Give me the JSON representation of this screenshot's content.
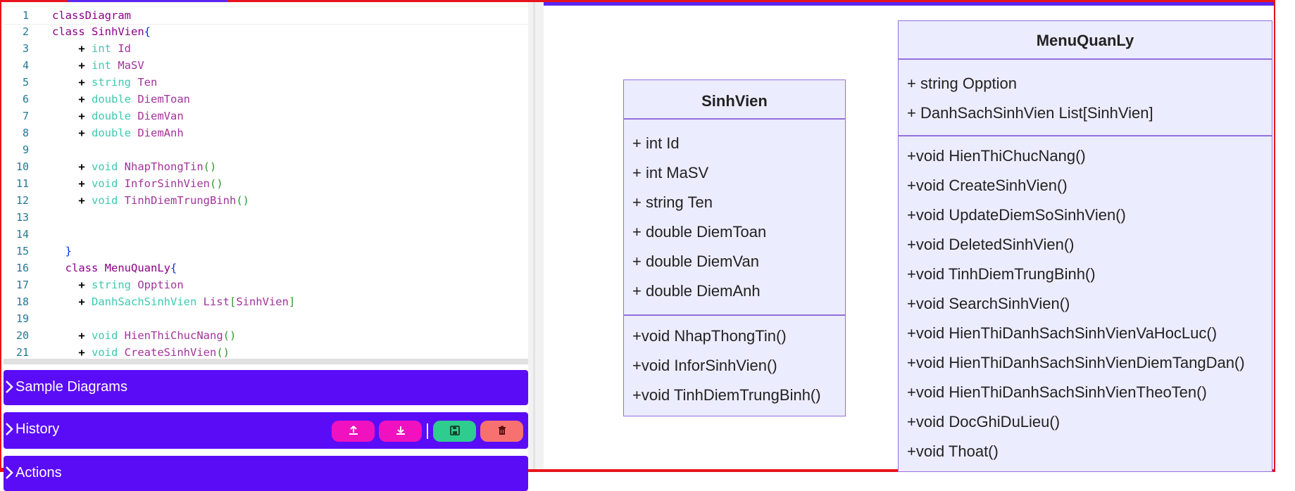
{
  "editor": {
    "lines": [
      {
        "n": "1",
        "segs": [
          {
            "t": "classDiagram",
            "c": "kw"
          }
        ]
      },
      {
        "n": "2",
        "segs": [
          {
            "t": "class ",
            "c": "kw"
          },
          {
            "t": "SinhVien",
            "c": "cls"
          },
          {
            "t": "{",
            "c": "brace"
          }
        ]
      },
      {
        "n": "3",
        "segs": [
          {
            "t": "    ",
            "c": ""
          },
          {
            "t": "+ ",
            "c": "plus"
          },
          {
            "t": "int ",
            "c": "typ"
          },
          {
            "t": "Id",
            "c": "ident"
          }
        ]
      },
      {
        "n": "4",
        "segs": [
          {
            "t": "    ",
            "c": ""
          },
          {
            "t": "+ ",
            "c": "plus"
          },
          {
            "t": "int ",
            "c": "typ"
          },
          {
            "t": "MaSV",
            "c": "ident"
          }
        ]
      },
      {
        "n": "5",
        "segs": [
          {
            "t": "    ",
            "c": ""
          },
          {
            "t": "+ ",
            "c": "plus"
          },
          {
            "t": "string ",
            "c": "typ"
          },
          {
            "t": "Ten",
            "c": "ident"
          }
        ]
      },
      {
        "n": "6",
        "segs": [
          {
            "t": "    ",
            "c": ""
          },
          {
            "t": "+ ",
            "c": "plus"
          },
          {
            "t": "double ",
            "c": "typ"
          },
          {
            "t": "DiemToan",
            "c": "ident"
          }
        ]
      },
      {
        "n": "7",
        "segs": [
          {
            "t": "    ",
            "c": ""
          },
          {
            "t": "+ ",
            "c": "plus"
          },
          {
            "t": "double ",
            "c": "typ"
          },
          {
            "t": "DiemVan",
            "c": "ident"
          }
        ]
      },
      {
        "n": "8",
        "segs": [
          {
            "t": "    ",
            "c": ""
          },
          {
            "t": "+ ",
            "c": "plus"
          },
          {
            "t": "double ",
            "c": "typ"
          },
          {
            "t": "DiemAnh",
            "c": "ident"
          }
        ]
      },
      {
        "n": "9",
        "segs": []
      },
      {
        "n": "10",
        "segs": [
          {
            "t": "    ",
            "c": ""
          },
          {
            "t": "+ ",
            "c": "plus"
          },
          {
            "t": "void ",
            "c": "typ"
          },
          {
            "t": "NhapThongTin",
            "c": "ident"
          },
          {
            "t": "()",
            "c": "paren"
          }
        ]
      },
      {
        "n": "11",
        "segs": [
          {
            "t": "    ",
            "c": ""
          },
          {
            "t": "+ ",
            "c": "plus"
          },
          {
            "t": "void ",
            "c": "typ"
          },
          {
            "t": "InforSinhVien",
            "c": "ident"
          },
          {
            "t": "()",
            "c": "paren"
          }
        ]
      },
      {
        "n": "12",
        "segs": [
          {
            "t": "    ",
            "c": ""
          },
          {
            "t": "+ ",
            "c": "plus"
          },
          {
            "t": "void ",
            "c": "typ"
          },
          {
            "t": "TinhDiemTrungBinh",
            "c": "ident"
          },
          {
            "t": "()",
            "c": "paren"
          }
        ]
      },
      {
        "n": "13",
        "segs": []
      },
      {
        "n": "14",
        "segs": []
      },
      {
        "n": "15",
        "segs": [
          {
            "t": "  ",
            "c": ""
          },
          {
            "t": "}",
            "c": "brace"
          }
        ]
      },
      {
        "n": "16",
        "segs": [
          {
            "t": "  ",
            "c": ""
          },
          {
            "t": "class ",
            "c": "kw"
          },
          {
            "t": "MenuQuanLy",
            "c": "cls"
          },
          {
            "t": "{",
            "c": "brace"
          }
        ]
      },
      {
        "n": "17",
        "segs": [
          {
            "t": "    ",
            "c": ""
          },
          {
            "t": "+ ",
            "c": "plus"
          },
          {
            "t": "string ",
            "c": "typ"
          },
          {
            "t": "Opption",
            "c": "ident"
          }
        ]
      },
      {
        "n": "18",
        "segs": [
          {
            "t": "    ",
            "c": ""
          },
          {
            "t": "+ ",
            "c": "plus"
          },
          {
            "t": "DanhSachSinhVien ",
            "c": "typ"
          },
          {
            "t": "List",
            "c": "ident"
          },
          {
            "t": "[",
            "c": "sq"
          },
          {
            "t": "SinhVien",
            "c": "ident"
          },
          {
            "t": "]",
            "c": "sq"
          }
        ]
      },
      {
        "n": "19",
        "segs": []
      },
      {
        "n": "20",
        "segs": [
          {
            "t": "    ",
            "c": ""
          },
          {
            "t": "+ ",
            "c": "plus"
          },
          {
            "t": "void ",
            "c": "typ"
          },
          {
            "t": "HienThiChucNang",
            "c": "ident"
          },
          {
            "t": "()",
            "c": "paren"
          }
        ]
      },
      {
        "n": "21",
        "segs": [
          {
            "t": "    ",
            "c": ""
          },
          {
            "t": "+ ",
            "c": "plus"
          },
          {
            "t": "void ",
            "c": "typ"
          },
          {
            "t": "CreateSinhVien",
            "c": "ident"
          },
          {
            "t": "()",
            "c": "paren"
          }
        ]
      }
    ]
  },
  "panels": {
    "sample_diagrams": "Sample Diagrams",
    "history": "History",
    "actions": "Actions"
  },
  "history_buttons": [
    {
      "name": "upload",
      "icon": "upload-icon",
      "color": "#f012be"
    },
    {
      "name": "download",
      "icon": "download-icon",
      "color": "#f012be"
    },
    {
      "name": "save",
      "icon": "save-icon",
      "color": "#2ecc8f"
    },
    {
      "name": "delete",
      "icon": "trash-icon",
      "color": "#f87171"
    }
  ],
  "diagram": {
    "sinhvien": {
      "name": "SinhVien",
      "attributes": [
        "+ int Id",
        "+ int MaSV",
        "+ string Ten",
        "+ double DiemToan",
        "+ double DiemVan",
        "+ double DiemAnh"
      ],
      "methods": [
        "+void NhapThongTin()",
        "+void InforSinhVien()",
        "+void TinhDiemTrungBinh()"
      ]
    },
    "menuquanly": {
      "name": "MenuQuanLy",
      "attributes": [
        "+ string Opption",
        "+ DanhSachSinhVien List[SinhVien]"
      ],
      "methods": [
        "+void HienThiChucNang()",
        "+void CreateSinhVien()",
        "+void UpdateDiemSoSinhVien()",
        "+void DeletedSinhVien()",
        "+void TinhDiemTrungBinh()",
        "+void SearchSinhVien()",
        "+void HienThiDanhSachSinhVienVaHocLuc()",
        "+void HienThiDanhSachSinhVienDiemTangDan()",
        "+void HienThiDanhSachSinhVienTheoTen()",
        "+void DocGhiDuLieu()",
        "+void Thoat()"
      ]
    }
  },
  "colors": {
    "accent": "#5b0cf7",
    "frame": "#e8141c",
    "node_fill": "#ececff",
    "node_border": "#9370db"
  }
}
